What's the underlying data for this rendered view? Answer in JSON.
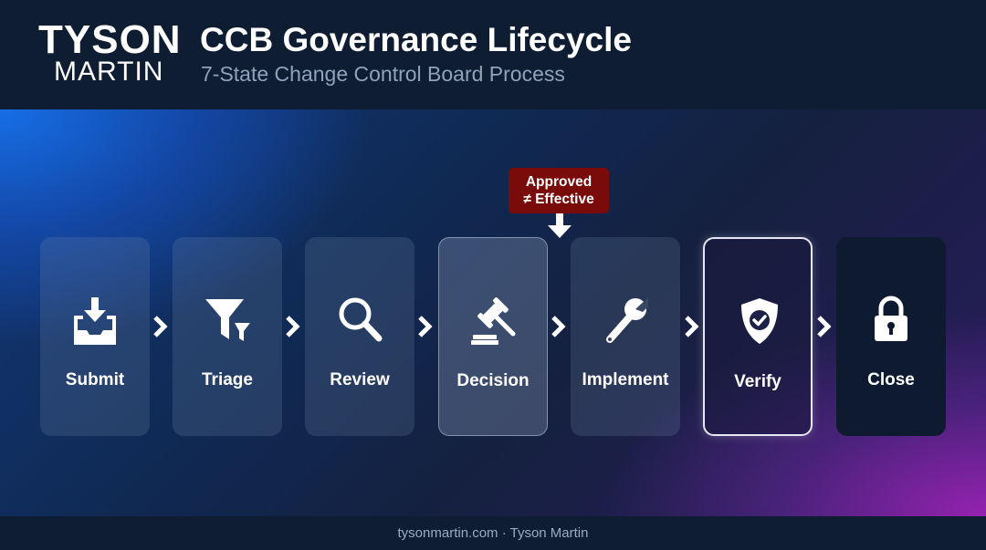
{
  "brand": {
    "line1": "TYSON",
    "line2": "MARTIN"
  },
  "header": {
    "title": "CCB Governance Lifecycle",
    "subtitle": "7-State Change Control Board Process"
  },
  "callout": {
    "line1": "Approved",
    "line2": "≠ Effective"
  },
  "states": [
    {
      "label": "Submit",
      "icon": "inbox-download-icon"
    },
    {
      "label": "Triage",
      "icon": "filter-icon"
    },
    {
      "label": "Review",
      "icon": "magnifier-icon"
    },
    {
      "label": "Decision",
      "icon": "gavel-icon"
    },
    {
      "label": "Implement",
      "icon": "wrench-icon"
    },
    {
      "label": "Verify",
      "icon": "shield-check-icon"
    },
    {
      "label": "Close",
      "icon": "lock-icon"
    }
  ],
  "footer": {
    "text": "tysonmartin.com · Tyson Martin"
  },
  "colors": {
    "header_bg": "#0e1d31",
    "callout_bg": "#7a0b0b",
    "accent_blue": "#166ee6",
    "accent_purple": "#a823be"
  }
}
